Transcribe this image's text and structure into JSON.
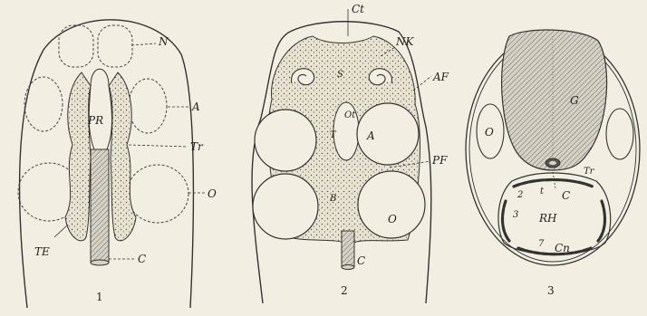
{
  "figures": [
    {
      "number": "1",
      "labels": {
        "N": "N",
        "A": "A",
        "PR": "PR",
        "Tr": "Tr",
        "O": "O",
        "TE": "TE",
        "C": "C"
      }
    },
    {
      "number": "2",
      "labels": {
        "Ct": "Ct",
        "NK": "NK",
        "AF": "AF",
        "S": "S",
        "Ot": "Ot",
        "T": "T",
        "A": "A",
        "PF": "PF",
        "B": "B",
        "O": "O",
        "C": "C"
      }
    },
    {
      "number": "3",
      "labels": {
        "G": "G",
        "O": "O",
        "Tr": "Tr",
        "C": "C",
        "t": "t",
        "RH": "RH",
        "n2": "2",
        "n3": "3",
        "n7": "7",
        "Cn": "Cn"
      }
    }
  ]
}
